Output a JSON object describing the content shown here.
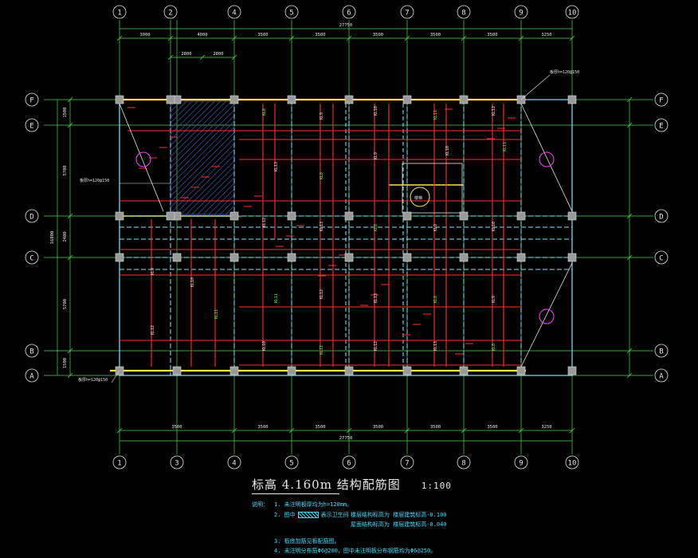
{
  "axes": {
    "numbered": [
      "1",
      "2",
      "3",
      "4",
      "5",
      "6",
      "7",
      "8",
      "9",
      "10"
    ],
    "numbered_top_x": [
      150,
      214,
      294,
      366,
      438,
      511,
      582,
      654,
      718
    ],
    "numbered_bottom": [
      "1",
      "3",
      "4",
      "5",
      "6",
      "7",
      "8",
      "9",
      "10"
    ],
    "lettered": [
      "F",
      "E",
      "D",
      "C",
      "B",
      "A"
    ]
  },
  "dimensions": {
    "top_segments": [
      "3000",
      "4000",
      "3500",
      "3500",
      "3500",
      "3500",
      "3500",
      "3250"
    ],
    "top_total": "27750",
    "bottom_segments": [
      "3500",
      "3500",
      "3500",
      "3500",
      "3500",
      "3500",
      "3250"
    ],
    "bottom_total": "27750",
    "sub_top": [
      "2800",
      "2800"
    ],
    "left_segments": [
      "1500",
      "5700",
      "2400",
      "5700",
      "1500"
    ],
    "left_total": "16800"
  },
  "labels": {
    "beam_marks": [
      "KL8",
      "KL9",
      "KL10",
      "KL11",
      "KL12",
      "KL13"
    ],
    "stair_note": "楼梯",
    "callout_1": "板厚h=120@150",
    "callout_2": "板厚h=120@150",
    "callout_3": "板厚h=120@150"
  },
  "title": {
    "main": "标高  4.160m  结构配筋图",
    "scale": "1:100"
  },
  "notes": {
    "head": "说明：",
    "n1": "1. 未注明板厚均为h=120mm。",
    "n2a": "2. 图中",
    "n2b": "表示卫生间",
    "n2c": "楼层结构标高为 楼层建筑标高-0.100",
    "n2d": "屋面结构标高为 楼层建筑标高-0.040",
    "n3": "3. 板底加筋见板配筋图。",
    "n4": "4. 未注明分布筋Φ6@200，图中未注明板分布钢筋均为Φ6@250。"
  },
  "colors": {
    "axis_line": "#4fd24f",
    "dimension": "#4fd24f",
    "beam_red": "#ff3030",
    "beam_cyan": "#7fe8ff",
    "yellow": "#ffe14a",
    "text_white": "#e8e8e8",
    "magenta": "#ff40ff",
    "note_text": "#46d9ff"
  }
}
